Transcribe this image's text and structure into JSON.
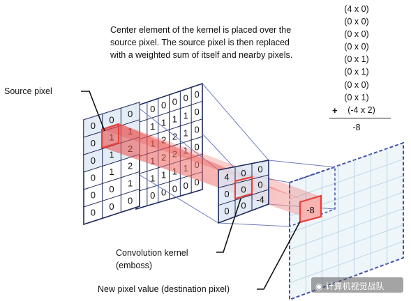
{
  "description": {
    "lines": [
      "Center element of the kernel is placed over the",
      "source pixel. The source pixel is then replaced",
      "with a weighted sum of itself and nearby pixels."
    ]
  },
  "calculation": {
    "terms": [
      "(4 x 0)",
      "(0 x 0)",
      "(0 x 0)",
      "(0 x 0)",
      "(0 x 1)",
      "(0 x 1)",
      "(0 x 0)",
      "(0 x 1)",
      "(-4 x 2)"
    ],
    "operator": "+",
    "result": "-8"
  },
  "labels": {
    "source_pixel": "Source pixel",
    "kernel_line1": "Convolution kernel",
    "kernel_line2": "(emboss)",
    "new_pixel": "New pixel value (destination pixel)"
  },
  "source_grid": [
    [
      "0",
      "0",
      "0",
      "0",
      "0",
      "0"
    ],
    [
      "0",
      "1",
      "1",
      "1",
      "1",
      "0"
    ],
    [
      "0",
      "1",
      "2",
      "2",
      "1",
      "0"
    ],
    [
      "0",
      "1",
      "2",
      "2",
      "1",
      "0"
    ],
    [
      "0",
      "1",
      "1",
      "1",
      "1",
      "0"
    ],
    [
      "0",
      "0",
      "0",
      "0",
      "0",
      "0"
    ]
  ],
  "source_grid_front": [
    [
      "0",
      "0",
      "0",
      "0",
      "0",
      "0"
    ],
    [
      "0",
      "1",
      "1",
      "1",
      "1",
      "0"
    ],
    [
      "0",
      "1",
      "2",
      "2",
      "1",
      "0"
    ],
    [
      "0",
      "1",
      "2",
      "2",
      "1",
      "0"
    ],
    [
      "0",
      "0",
      "1",
      "1",
      "1",
      "0"
    ],
    [
      "0",
      "0",
      "0",
      "1",
      "1",
      "0"
    ]
  ],
  "kernel_grid": [
    [
      "4",
      "0",
      "0"
    ],
    [
      "0",
      "0",
      "0"
    ],
    [
      "0",
      "0",
      "-4"
    ]
  ],
  "destination_value": "-8",
  "colors": {
    "highlight": "#e8413c",
    "beam": "#f3a7a5",
    "grid_line": "#4a5aa0",
    "dashed": "#4450a8",
    "dest_grid": "#bcd6e6"
  },
  "watermark": {
    "text": "计算机视觉战队"
  }
}
